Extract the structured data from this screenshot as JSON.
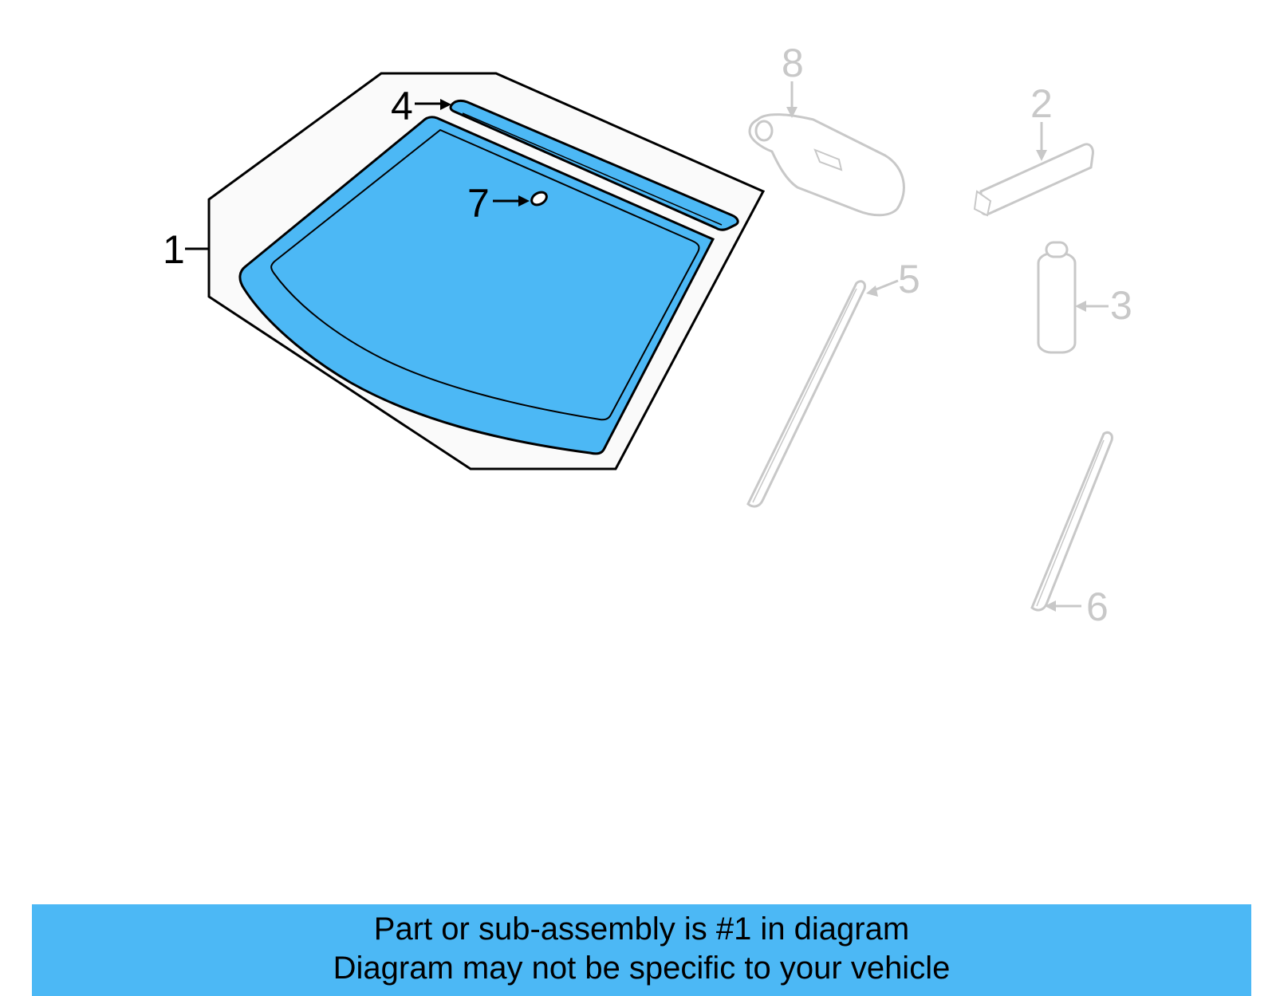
{
  "diagram": {
    "callouts": {
      "part1": "1",
      "part2": "2",
      "part3": "3",
      "part4": "4",
      "part5": "5",
      "part6": "6",
      "part7": "7",
      "part8": "8"
    },
    "highlight_color": "#4cb8f5",
    "inactive_color": "#c8c8c8"
  },
  "banner": {
    "line1": "Part or sub-assembly is #1 in diagram",
    "line2": "Diagram may not be specific to your vehicle"
  }
}
